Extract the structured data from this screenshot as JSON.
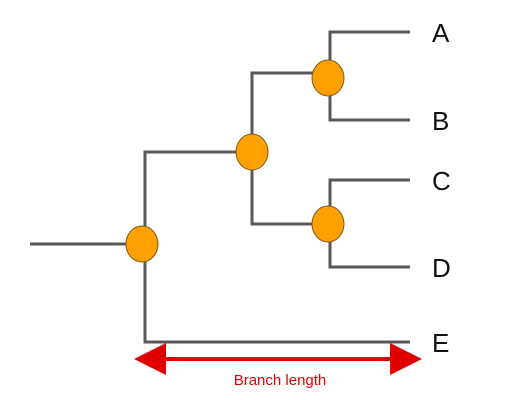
{
  "tree": {
    "tips": [
      {
        "id": "A",
        "label": "A"
      },
      {
        "id": "B",
        "label": "B"
      },
      {
        "id": "C",
        "label": "C"
      },
      {
        "id": "D",
        "label": "D"
      },
      {
        "id": "E",
        "label": "E"
      }
    ],
    "newick": "((((A,B),(C,D)),E))"
  },
  "scale_bar": {
    "label": "Branch length",
    "color": "#e00000"
  },
  "colors": {
    "branch": "#595959",
    "node_fill": "#ffa000",
    "label": "#111111"
  }
}
